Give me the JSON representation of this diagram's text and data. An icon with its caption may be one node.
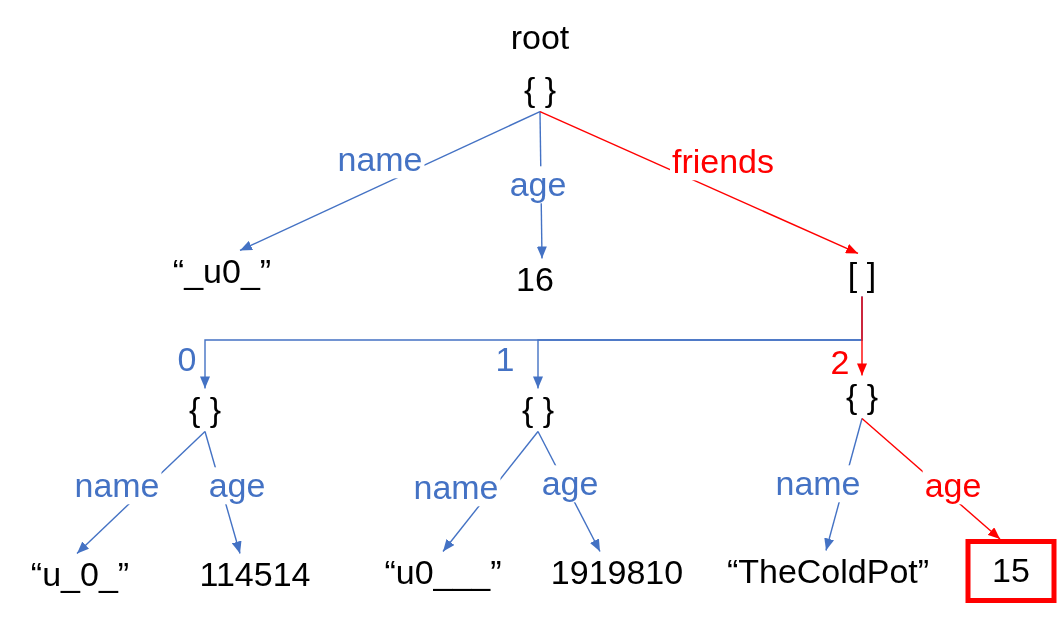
{
  "diagram": {
    "nodes": [
      {
        "text": [
          "{ }"
        ],
        "beside": [
          "root"
        ]
      },
      {
        "text": [
          "“_u0_”"
        ]
      },
      {
        "text": [
          "16"
        ]
      },
      {
        "text": [
          "[ ]"
        ]
      },
      {
        "text": [
          "{ }"
        ]
      },
      {
        "text": [
          "{ }"
        ]
      },
      {
        "text": [
          "{ }"
        ]
      },
      {
        "text": [
          "“u_0_”"
        ]
      },
      {
        "text": [
          "114514"
        ]
      },
      {
        "text": [
          "“u0___”"
        ]
      },
      {
        "text": [
          "1919810"
        ]
      },
      {
        "text": [
          "“TheColdPot”"
        ]
      },
      {
        "text": [
          "15"
        ]
      }
    ],
    "edges": [
      {
        "from": 0,
        "to": 1,
        "arrow": "to",
        "label": "name"
      },
      {
        "from": 0,
        "to": 2,
        "arrow": "to",
        "label": "age"
      },
      {
        "from": 0,
        "to": 3,
        "arrow": "to",
        "label": "friends",
        "color": "#ff0000"
      },
      {
        "from": 3,
        "to": 4,
        "arrow": "to",
        "label": "0"
      },
      {
        "from": 3,
        "to": 5,
        "arrow": "to",
        "label": "1"
      },
      {
        "from": 3,
        "to": 6,
        "arrow": "to",
        "label": "2",
        "color": "#ff0000"
      },
      {
        "from": 4,
        "to": 7,
        "arrow": "to",
        "label": "name"
      },
      {
        "from": 4,
        "to": 8,
        "arrow": "to",
        "label": "age"
      },
      {
        "from": 5,
        "to": 9,
        "arrow": "to",
        "label": "name"
      },
      {
        "from": 5,
        "to": 10,
        "arrow": "to",
        "label": "age"
      },
      {
        "from": 6,
        "to": 11,
        "arrow": "to",
        "label": "name"
      },
      {
        "from": 6,
        "to": 12,
        "arrow": "to",
        "label": "age",
        "color": "#ff0000"
      }
    ]
  }
}
